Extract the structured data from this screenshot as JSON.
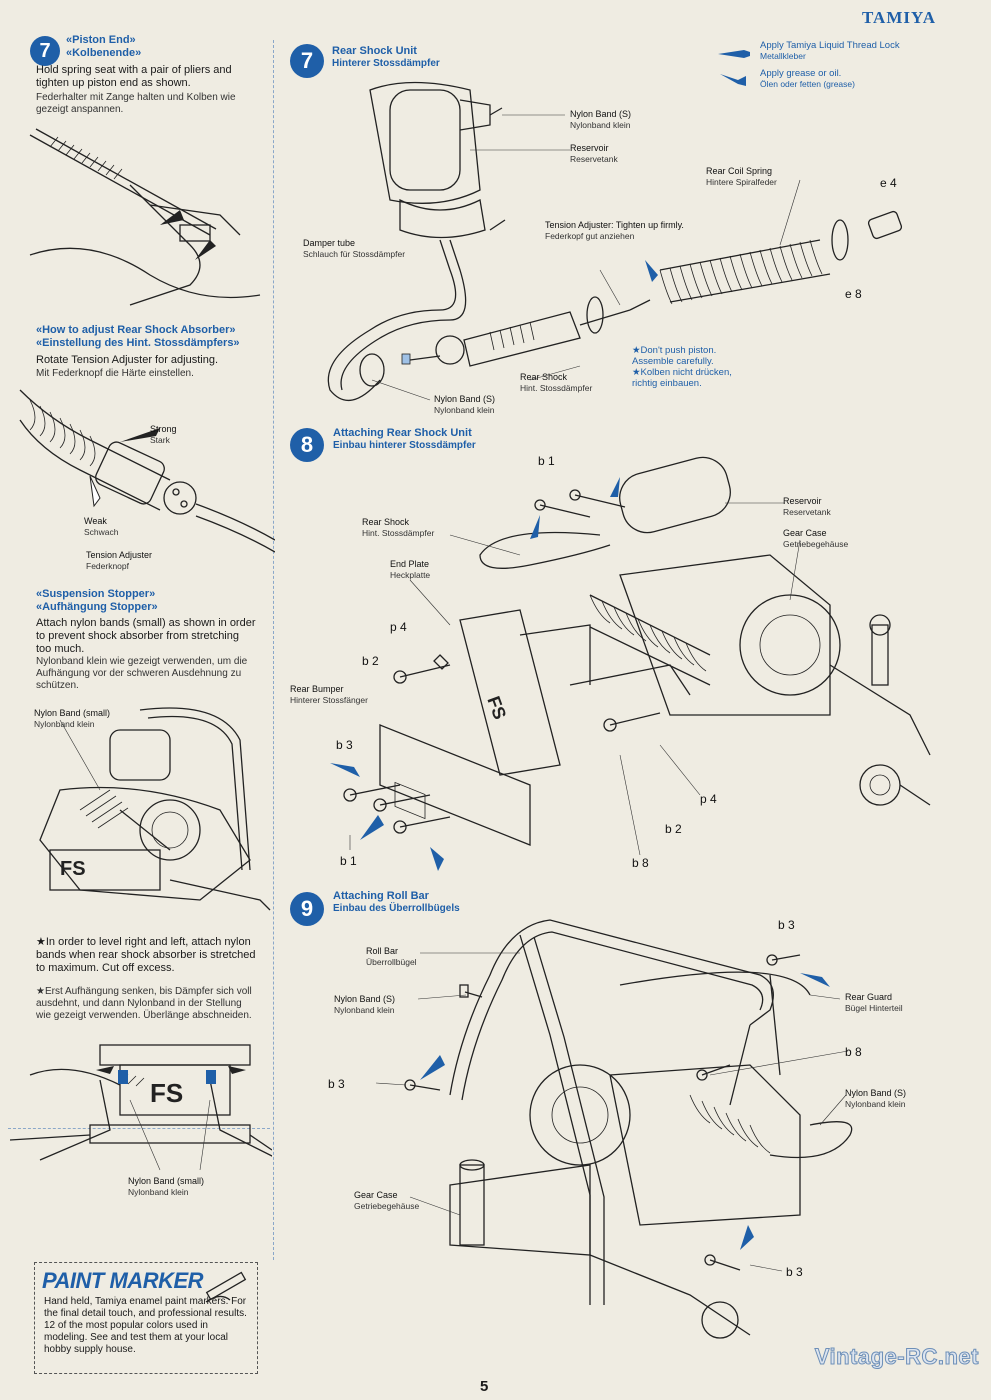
{
  "brand": "TAMIYA",
  "page_number": "5",
  "watermark": "Vintage-RC.net",
  "legend": {
    "thread_lock_en": "Apply Tamiya Liquid Thread Lock",
    "thread_lock_de": "Metallkleber",
    "grease_en": "Apply grease or oil.",
    "grease_de": "Ölen oder fetten (grease)"
  },
  "left": {
    "piston": {
      "step": "7",
      "title_en": "«Piston End»",
      "title_de": "«Kolbenende»",
      "text_en": "Hold spring seat with a pair of pliers and tighten up piston end as shown.",
      "text_de": "Federhalter mit Zange halten und Kolben wie gezeigt anspannen."
    },
    "adjust": {
      "title_en": "«How to adjust Rear Shock Absorber»",
      "title_de": "«Einstellung des Hint. Stossdämpfers»",
      "text_en": "Rotate Tension Adjuster for adjusting.",
      "text_de": "Mit Federknopf die Härte einstellen.",
      "strong_en": "Strong",
      "strong_de": "Stark",
      "weak_en": "Weak",
      "weak_de": "Schwach",
      "tension_en": "Tension Adjuster",
      "tension_de": "Federknopf"
    },
    "stopper": {
      "title_en": "«Suspension Stopper»",
      "title_de": "«Aufhängung Stopper»",
      "text_en": "Attach nylon bands (small) as shown in order to prevent shock absorber from stretching too much.",
      "text_de": "Nylonband klein wie gezeigt verwenden, um die Aufhängung vor der schweren Ausdehnung zu schützen.",
      "band_en": "Nylon Band (small)",
      "band_de": "Nylonband klein"
    },
    "level": {
      "text_en": "★In order to level right and left, attach nylon bands when rear shock absorber is stretched to maximum. Cut off excess.",
      "text_de": "★Erst Aufhängung senken, bis Dämpfer sich voll ausdehnt, und dann Nylonband in der Stellung wie gezeigt verwenden. Überlänge abschneiden.",
      "band_en": "Nylon Band (small)",
      "band_de": "Nylonband klein"
    },
    "paint_marker": {
      "title": "PAINT MARKER",
      "text": "Hand held, Tamiya enamel paint markers. For the final detail touch, and professional results. 12 of the most popular colors used in modeling. See and test them at your local hobby supply house."
    }
  },
  "step7": {
    "number": "7",
    "title_en": "Rear Shock Unit",
    "title_de": "Hinterer Stossdämpfer",
    "nylon_s_en": "Nylon Band (S)",
    "nylon_s_de": "Nylonband klein",
    "reservoir_en": "Reservoir",
    "reservoir_de": "Reservetank",
    "coil_en": "Rear Coil Spring",
    "coil_de": "Hintere Spiralfeder",
    "e4": "e 4",
    "e8": "e 8",
    "tension_en": "Tension Adjuster: Tighten up firmly.",
    "tension_de": "Federkopf gut anziehen",
    "damper_en": "Damper tube",
    "damper_de": "Schlauch für Stossdämpfer",
    "note_en": "★Don't push piston. Assemble carefully.",
    "note_de": "★Kolben nicht drücken, richtig einbauen.",
    "shock_en": "Rear Shock",
    "shock_de": "Hint. Stossdämpfer",
    "nylon2_en": "Nylon Band (S)",
    "nylon2_de": "Nylonband klein"
  },
  "step8": {
    "number": "8",
    "title_en": "Attaching Rear Shock Unit",
    "title_de": "Einbau hinterer Stossdämpfer",
    "b1": "b 1",
    "reservoir_en": "Reservoir",
    "reservoir_de": "Reservetank",
    "gear_en": "Gear Case",
    "gear_de": "Getriebegehäuse",
    "shock_en": "Rear Shock",
    "shock_de": "Hint. Stossdämpfer",
    "endplate_en": "End Plate",
    "endplate_de": "Heckplatte",
    "p4": "p 4",
    "b2": "b 2",
    "bumper_en": "Rear Bumper",
    "bumper_de": "Hinterer Stossfänger",
    "b3": "b 3",
    "p4b": "p 4",
    "b2b": "b 2",
    "b1b": "b 1",
    "b8": "b 8"
  },
  "step9": {
    "number": "9",
    "title_en": "Attaching Roll Bar",
    "title_de": "Einbau des Überrollbügels",
    "b3_top": "b 3",
    "rollbar_en": "Roll Bar",
    "rollbar_de": "Überrollbügel",
    "nylon_en": "Nylon Band (S)",
    "nylon_de": "Nylonband klein",
    "guard_en": "Rear Guard",
    "guard_de": "Bügel Hinterteil",
    "b8": "b 8",
    "b3_mid": "b 3",
    "nylon_r_en": "Nylon Band (S)",
    "nylon_r_de": "Nylonband klein",
    "gear_en": "Gear Case",
    "gear_de": "Getriebegehäuse",
    "b3_bot": "b 3"
  }
}
